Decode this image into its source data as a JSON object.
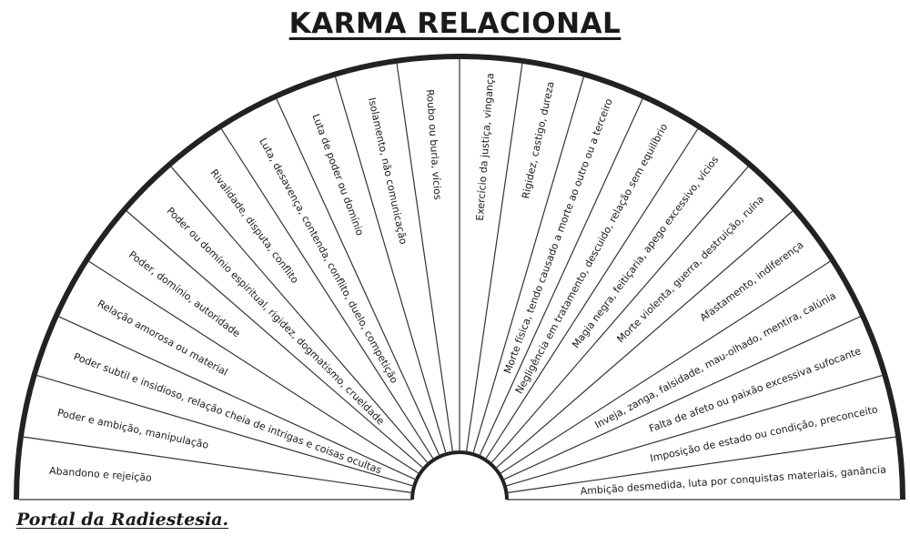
{
  "title": "KARMA RELACIONAL",
  "brand": "Portal da Radiestesia.",
  "segments": [
    "Abandono e rejeição",
    "Poder e ambição, manipulação",
    "Poder subtil e insidioso, relação cheia de intrigas e coisas ocultas",
    "Relação amorosa ou material",
    "Poder, domínio, autoridade",
    "Poder ou domínio espiritual, rigidez, dogmatismo, crueldade",
    "Rivalidade, disputa, conflito",
    "Luta, desavença, contenda, conflito, duelo, competição",
    "Luta de poder ou domínio",
    "Isolamento, não comunicação",
    "Roubo ou burla, vícios",
    "Exercício da justiça, vingança",
    "Rigidez, castigo, dureza",
    "Morte física, tendo causado a morte ao outro ou a terceiro",
    "Negligência em tratamento, descuido, relação sem equilíbrio",
    "Magia negra, feitiçaria, apego excessivo, vícios",
    "Morte violenta, guerra, destruição, ruína",
    "Afastamento, indiferença",
    "Inveja, zanga, falsidade, mau-olhado, mentira, calúnia",
    "Falta de afeto ou paixão excessiva sufocante",
    "Imposição de estado ou condição, preconceito",
    "Ambição desmedida, luta por conquistas materiais, ganância"
  ]
}
